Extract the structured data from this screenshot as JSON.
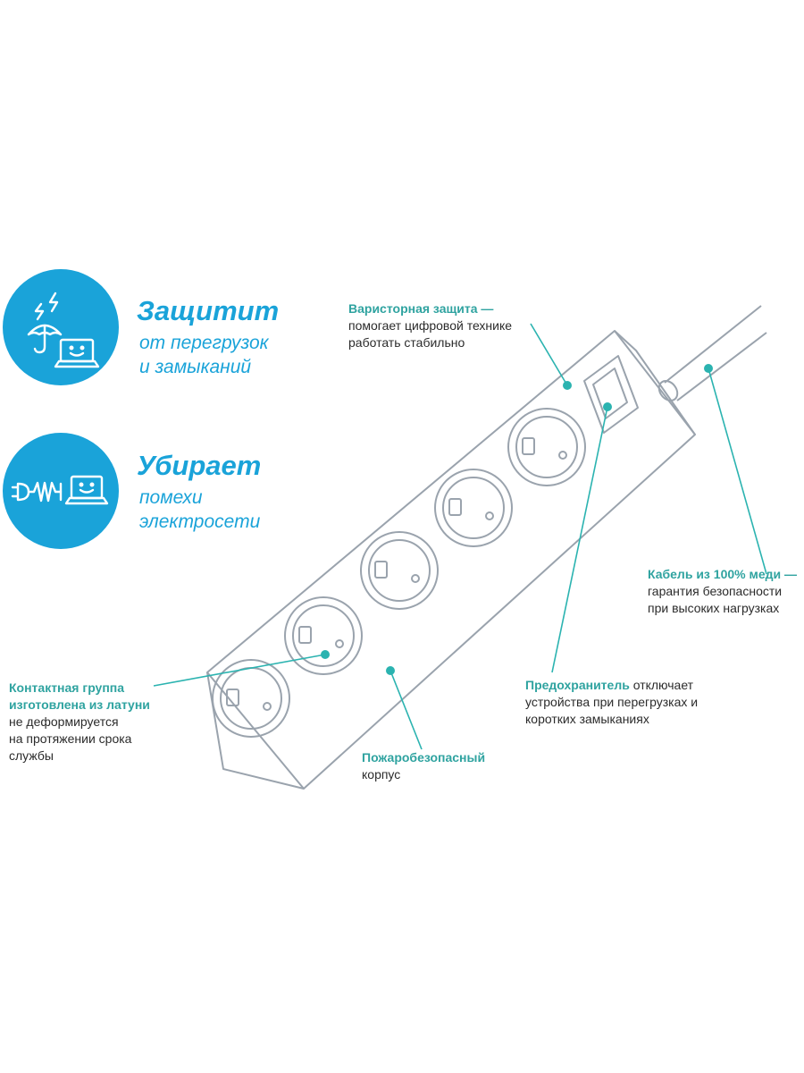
{
  "colors": {
    "brand_blue": "#1aa3d9",
    "callout_teal": "#2fa3a0",
    "line_teal": "#2bb3b0",
    "outline_gray": "#9aa3ad",
    "text_dark": "#2b2b2b"
  },
  "features": [
    {
      "icon": "umbrella-lightning-laptop-icon",
      "title": "Защитит",
      "subtitle_lines": [
        "от перегрузок",
        "и замыканий"
      ]
    },
    {
      "icon": "plug-noise-laptop-icon",
      "title": "Убирает",
      "subtitle_lines": [
        "помехи",
        "электросети"
      ]
    }
  ],
  "callouts": {
    "varistor": {
      "highlight": "Варисторная защита",
      "dash": " —",
      "lines": [
        "помогает цифровой технике",
        "работать стабильно"
      ]
    },
    "cable": {
      "highlight": "Кабель из 100% меди",
      "dash": " —",
      "lines": [
        "гарантия безопасности",
        "при высоких нагрузках"
      ]
    },
    "fuse": {
      "highlight": "Предохранитель",
      "rest_first": " отключает",
      "lines": [
        "устройства при перегрузках и",
        "коротких замыканиях"
      ]
    },
    "housing": {
      "highlight": "Пожаробезопасный",
      "lines": [
        "корпус"
      ]
    },
    "contacts": {
      "highlight_lines": [
        "Контактная группа",
        "изготовлена из латуни"
      ],
      "lines": [
        "не деформируется",
        "на протяжении срока",
        "службы"
      ]
    }
  }
}
